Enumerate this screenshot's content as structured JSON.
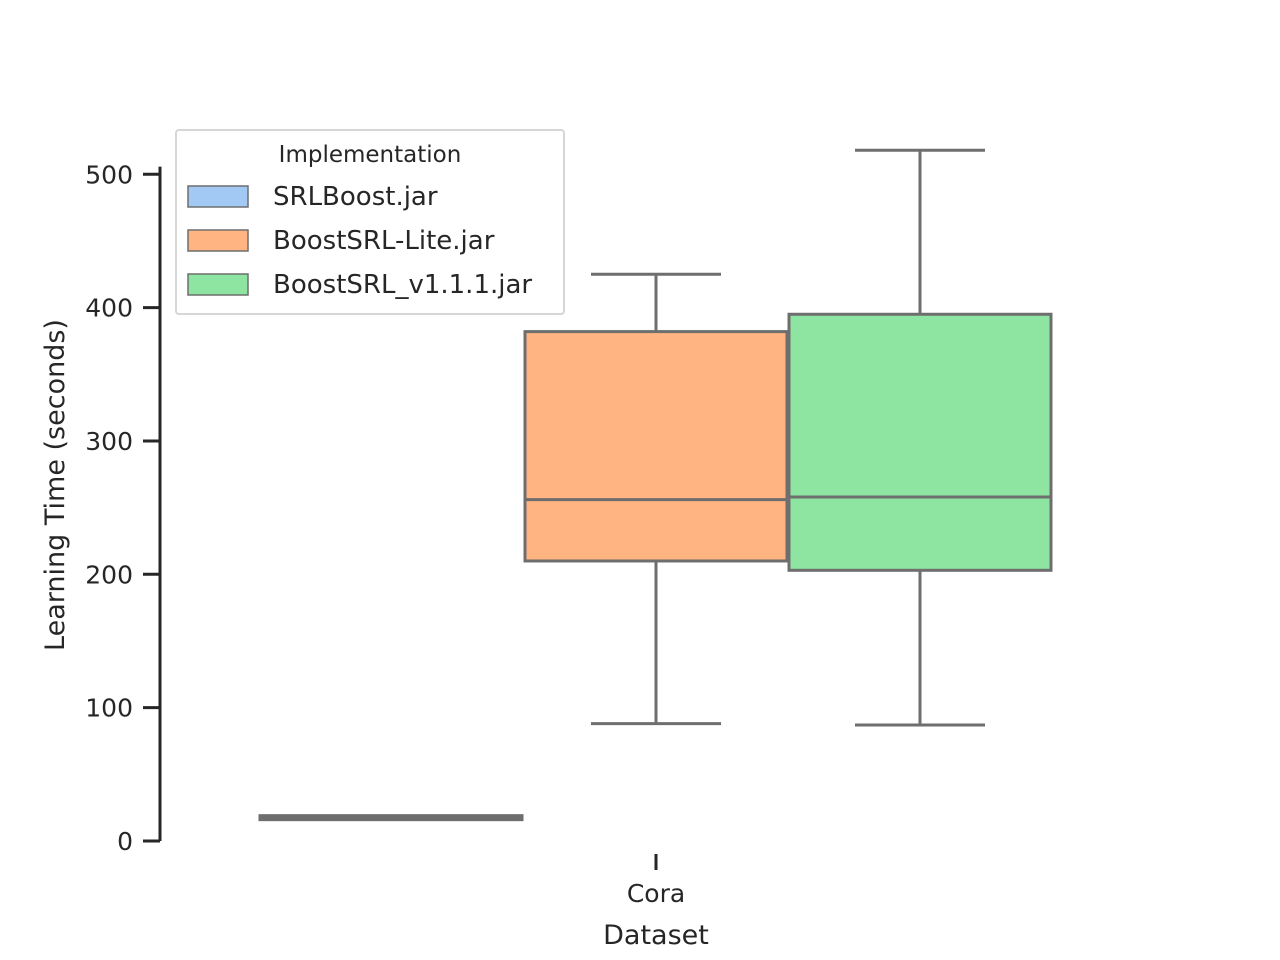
{
  "chart_data": {
    "type": "box",
    "xlabel": "Dataset",
    "ylabel": "Learning Time (seconds)",
    "categories": [
      "Cora"
    ],
    "ylim": [
      0,
      520
    ],
    "yticks": [
      0,
      100,
      200,
      300,
      400,
      500
    ],
    "grid": false,
    "legend": {
      "title": "Implementation",
      "placement": "upper-left"
    },
    "series": [
      {
        "name": "SRLBoost.jar",
        "color": "#a1c9f4",
        "stats": [
          {
            "whisker_low": 17,
            "q1": 16,
            "median": 17,
            "q3": 19,
            "whisker_high": 18
          }
        ]
      },
      {
        "name": "BoostSRL-Lite.jar",
        "color": "#ffb482",
        "stats": [
          {
            "whisker_low": 88,
            "q1": 210,
            "median": 256,
            "q3": 382,
            "whisker_high": 425
          }
        ]
      },
      {
        "name": "BoostSRL_v1.1.1.jar",
        "color": "#8de5a1",
        "stats": [
          {
            "whisker_low": 87,
            "q1": 203,
            "median": 258,
            "q3": 395,
            "whisker_high": 518
          }
        ]
      }
    ]
  }
}
